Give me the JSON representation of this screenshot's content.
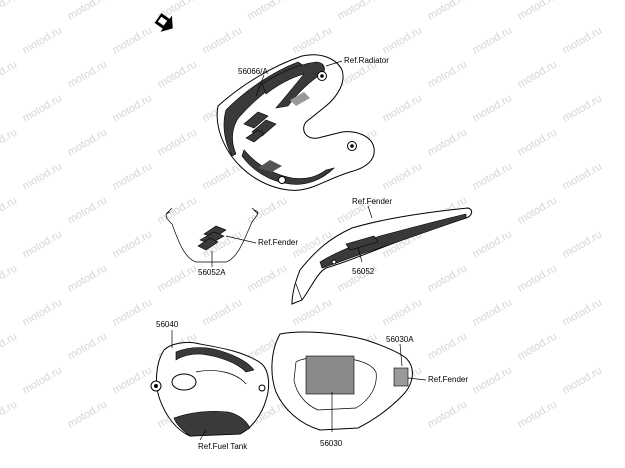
{
  "watermark": "motod.ru",
  "labels": {
    "p56066a": "56066/A",
    "ref_radiator": "Ref.Radiator",
    "ref_fender_1": "Ref.Fender",
    "p56052a": "56052A",
    "ref_fender_2": "Ref.Fender",
    "p56052": "56052",
    "p56040": "56040",
    "p56030a": "56030A",
    "ref_fender_3": "Ref.Fender",
    "ref_fuel_tank": "Ref.Fuel Tank",
    "p56030": "56030"
  },
  "icons": {
    "front_arrow": "front-direction-arrow-icon"
  }
}
